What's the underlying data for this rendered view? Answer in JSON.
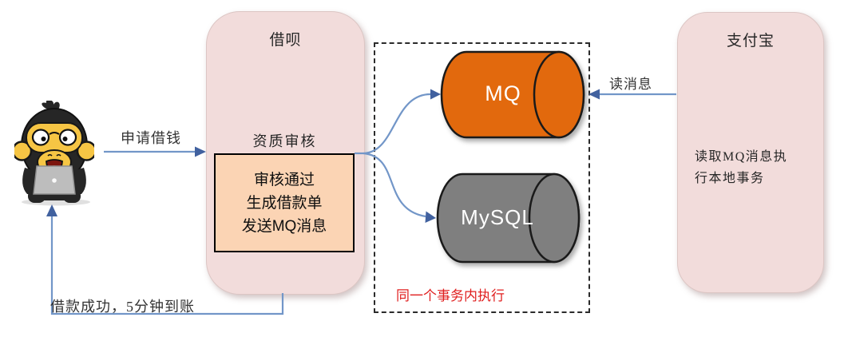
{
  "actor": {
    "icon": "monkey-with-laptop"
  },
  "jiebei": {
    "title": "借呗",
    "review_label": "资质审核",
    "steps": [
      "审核通过",
      "生成借款单",
      "发送MQ消息"
    ]
  },
  "mq": {
    "label": "MQ"
  },
  "mysql": {
    "label": "MySQL"
  },
  "transaction_group": {
    "note": "同一个事务内执行"
  },
  "alipay": {
    "title": "支付宝",
    "desc_lines": [
      "读取MQ消息执",
      "行本地事务"
    ]
  },
  "arrows": {
    "apply_label": "申请借钱",
    "read_label": "读消息",
    "success_label": "借款成功，5分钟到账"
  },
  "colors": {
    "panel_pink": "#f2dcdb",
    "panel_border": "#dcc6c4",
    "step_orange": "#fbd4b4",
    "mq_orange": "#e2690d",
    "mysql_gray": "#7f7f7f",
    "outline_black": "#1a1a1a",
    "arrow_blue": "#7296c8",
    "arrow_head_blue": "#41619f",
    "note_red": "#e01f1f",
    "monkey_black": "#262626",
    "monkey_yellow": "#f6c544",
    "text_dark": "#262626"
  }
}
